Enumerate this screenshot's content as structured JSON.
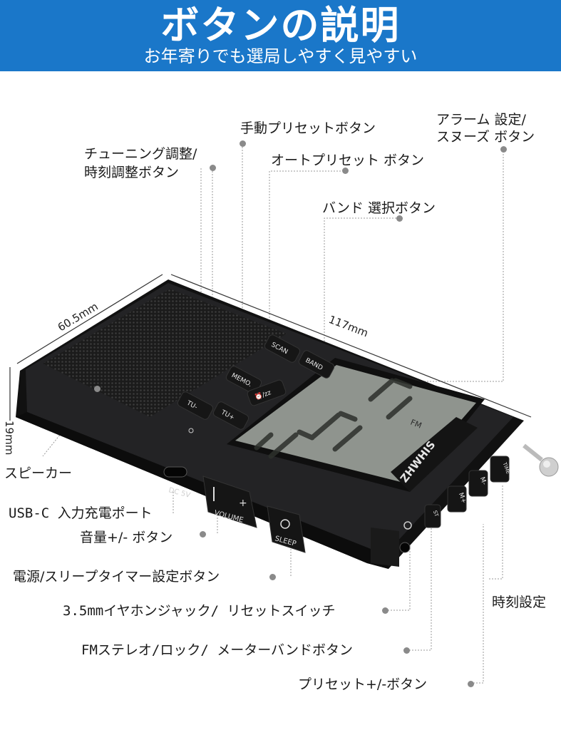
{
  "header": {
    "title": "ボタンの説明",
    "subtitle": "お年寄りでも選局しやすく見やすい"
  },
  "colors": {
    "header_bg": "#1a77c9",
    "device_body": "#1c1c1e",
    "lcd": "#8f948e",
    "leader": "#8a8a8a"
  },
  "callouts": {
    "manual_preset": "手動プリセットボタン",
    "alarm_line1": "アラーム 設定/",
    "alarm_line2": "スヌーズ ボタン",
    "tuning_line1": "チューニング調整/",
    "tuning_line2": "時刻調整ボタン",
    "auto_preset": "オートプリセット ボタン",
    "band_select": "バンド 選択ボタン",
    "speaker": "スピーカー",
    "usb_c": "USB-C 入力充電ポート",
    "volume": "音量+/- ボタン",
    "power_sleep": "電源/スリープタイマー設定ボタン",
    "jack_reset": "3.5mmイヤホンジャック/ リセットスイッチ",
    "time_setting": "時刻設定",
    "fm_stereo": "FMステレオ/ロック/ メーターバンドボタン",
    "preset_pm": "プリセット+/-ボタン"
  },
  "dimensions": {
    "depth": "60.5mm",
    "length": "117mm",
    "height": "19mm"
  },
  "device_labels": {
    "scan": "SCAN",
    "memo": "MEMO.",
    "band": "BAND",
    "alarm": "⏰/zz",
    "tu_minus": "TU-",
    "tu_plus": "TU+",
    "dc5v": "DC 5V",
    "volume": "VOLUME",
    "sleep": "SLEEP",
    "brand": "ZHWHIS",
    "fm": "FM",
    "time": "TIME",
    "m_minus": "M-",
    "m_plus": "M+",
    "st": "ST"
  },
  "icons": [
    "power-icon",
    "headphone-jack-icon",
    "antenna-icon"
  ]
}
